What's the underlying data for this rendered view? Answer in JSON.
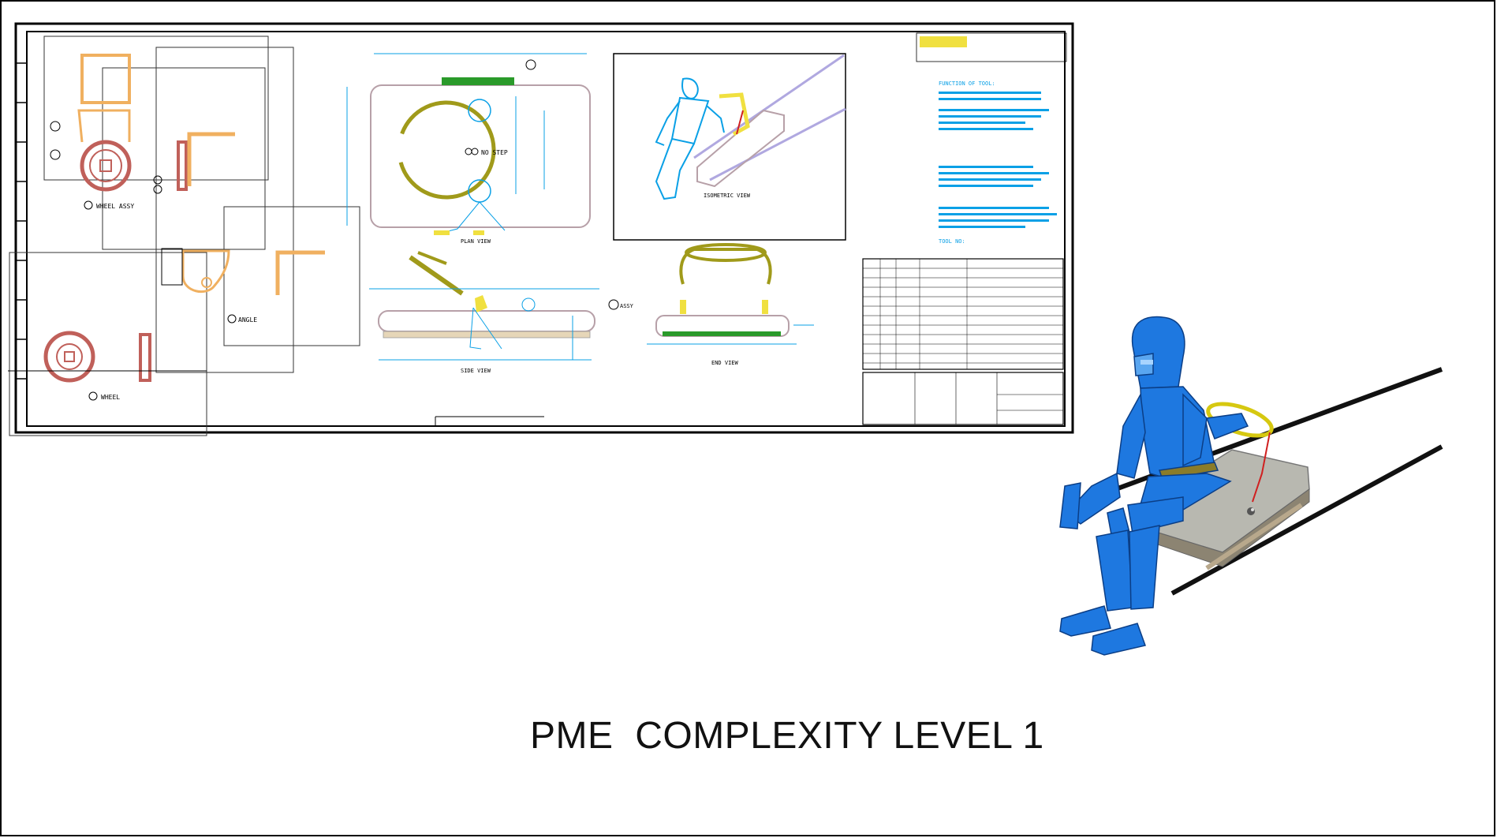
{
  "slide": {
    "caption": "PME  COMPLEXITY LEVEL 1"
  },
  "drawing": {
    "views": {
      "wheel_assy": "WHEEL ASSY",
      "angle": "ANGLE",
      "wheel": "WHEEL",
      "plan_view": "PLAN VIEW",
      "side_view": "SIDE VIEW",
      "end_view": "END VIEW",
      "isometric_view": "ISOMETRIC VIEW"
    },
    "notes": {
      "no_step": "NO STEP",
      "function_of_tool": "FUNCTION OF TOOL:",
      "tool_no": "TOOL NO:"
    },
    "callouts": {
      "assy": "ASSY"
    },
    "colors": {
      "drawing_blue": "#0aa0e6",
      "wheel_red": "#c0605a",
      "angle_orange": "#f0b060",
      "ring_olive": "#a09a1a",
      "handle_green": "#2a9a2a",
      "mannequin_blue": "#1e78e0",
      "platform_gray": "#b8b8b0"
    }
  }
}
